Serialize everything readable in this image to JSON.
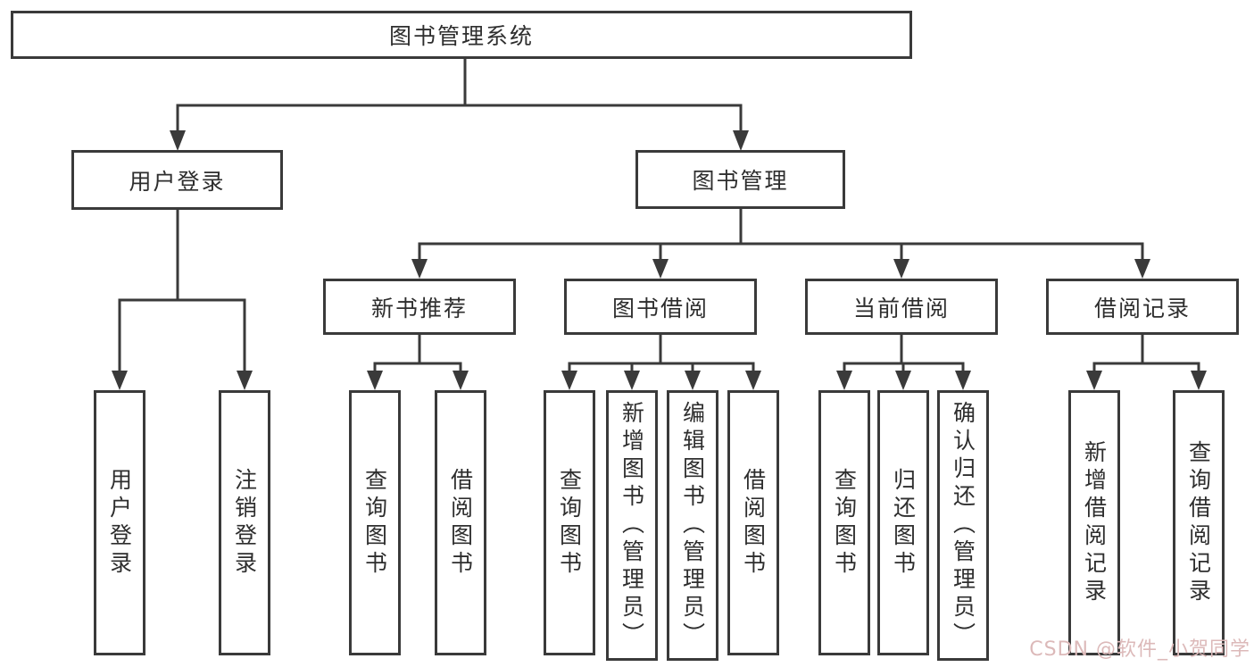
{
  "palette": {
    "line": "#3a3a3a",
    "text": "#2e2e2e",
    "background": "#ffffff",
    "watermark": "#dcb9b9"
  },
  "watermark": {
    "text": "CSDN @软件_小贺同学"
  },
  "tree": {
    "root": {
      "label": "图书管理系统"
    },
    "branches": [
      {
        "label": "用户登录",
        "children": [
          {
            "label": "用户登录"
          },
          {
            "label": "注销登录"
          }
        ]
      },
      {
        "label": "图书管理",
        "children": [
          {
            "label": "新书推荐",
            "children": [
              {
                "label": "查询图书"
              },
              {
                "label": "借阅图书"
              }
            ]
          },
          {
            "label": "图书借阅",
            "children": [
              {
                "label": "查询图书"
              },
              {
                "label": "新增图书（管理员）"
              },
              {
                "label": "编辑图书（管理员）"
              },
              {
                "label": "借阅图书"
              }
            ]
          },
          {
            "label": "当前借阅",
            "children": [
              {
                "label": "查询图书"
              },
              {
                "label": "归还图书"
              },
              {
                "label": "确认归还（管理员）"
              }
            ]
          },
          {
            "label": "借阅记录",
            "children": [
              {
                "label": "新增借阅记录"
              },
              {
                "label": "查询借阅记录"
              }
            ]
          }
        ]
      }
    ]
  }
}
